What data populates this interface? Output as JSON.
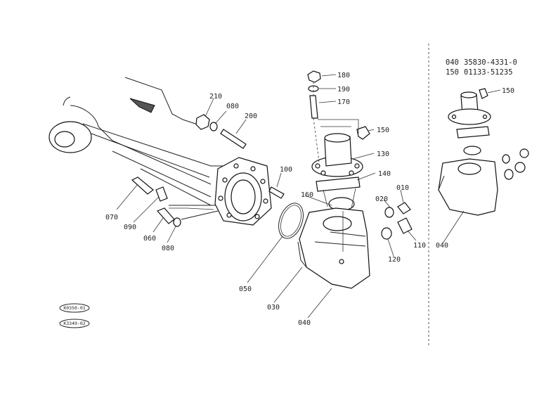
{
  "callouts": [
    {
      "id": "c210",
      "text": "210"
    },
    {
      "id": "c080a",
      "text": "080"
    },
    {
      "id": "c200",
      "text": "200"
    },
    {
      "id": "c100",
      "text": "100"
    },
    {
      "id": "c180",
      "text": "180"
    },
    {
      "id": "c190",
      "text": "190"
    },
    {
      "id": "c170",
      "text": "170"
    },
    {
      "id": "c150a",
      "text": "150"
    },
    {
      "id": "c130",
      "text": "130"
    },
    {
      "id": "c140",
      "text": "140"
    },
    {
      "id": "c160",
      "text": "160"
    },
    {
      "id": "c020",
      "text": "020"
    },
    {
      "id": "c010",
      "text": "010"
    },
    {
      "id": "c110",
      "text": "110"
    },
    {
      "id": "c120",
      "text": "120"
    },
    {
      "id": "c070",
      "text": "070"
    },
    {
      "id": "c090",
      "text": "090"
    },
    {
      "id": "c060",
      "text": "060"
    },
    {
      "id": "c080b",
      "text": "080"
    },
    {
      "id": "c050",
      "text": "050"
    },
    {
      "id": "c030",
      "text": "030"
    },
    {
      "id": "c040a",
      "text": "040"
    },
    {
      "id": "c150b",
      "text": "150"
    },
    {
      "id": "c040b",
      "text": "040"
    }
  ],
  "inset_table": [
    {
      "ref": "040",
      "part_no": "35830-4331-0"
    },
    {
      "ref": "150",
      "part_no": "01133-51235"
    }
  ],
  "stamps": [
    "K0350-01",
    "K3349-02"
  ]
}
